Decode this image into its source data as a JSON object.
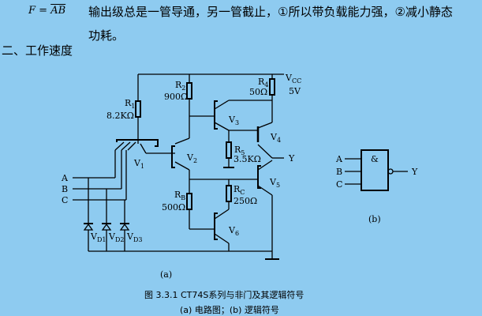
{
  "text": {
    "formula_lhs": "F = ",
    "formula_rhs": "AB",
    "line1": "输出级总是一管导通，另一管截止，①所以带负载能力强，②减小静态",
    "line2": "功耗。",
    "section": "二、工作速度"
  },
  "circuit": {
    "vcc_label": "VCC",
    "vcc_value": "5V",
    "output_label": "Y",
    "inputs": [
      "A",
      "B",
      "C"
    ],
    "resistors": [
      {
        "name": "R1",
        "value": "8.2KΩ"
      },
      {
        "name": "R2",
        "value": "900Ω"
      },
      {
        "name": "R4",
        "value": "50Ω"
      },
      {
        "name": "R5",
        "value": "3.5KΩ"
      },
      {
        "name": "RB",
        "value": "500Ω"
      },
      {
        "name": "RC",
        "value": "250Ω"
      }
    ],
    "transistors": [
      "V1",
      "V2",
      "V3",
      "V4",
      "V5",
      "V6"
    ],
    "diodes": [
      "VD1",
      "VD2",
      "VD3"
    ],
    "sublabel": "(a)"
  },
  "symbol": {
    "inputs": [
      "A",
      "B",
      "C"
    ],
    "gate": "&",
    "output": "Y",
    "sublabel": "(b)"
  },
  "caption": {
    "title": "图 3.3.1   CT74S系列与非门及其逻辑符号",
    "subtitle": "(a) 电路图；(b) 逻辑符号"
  }
}
